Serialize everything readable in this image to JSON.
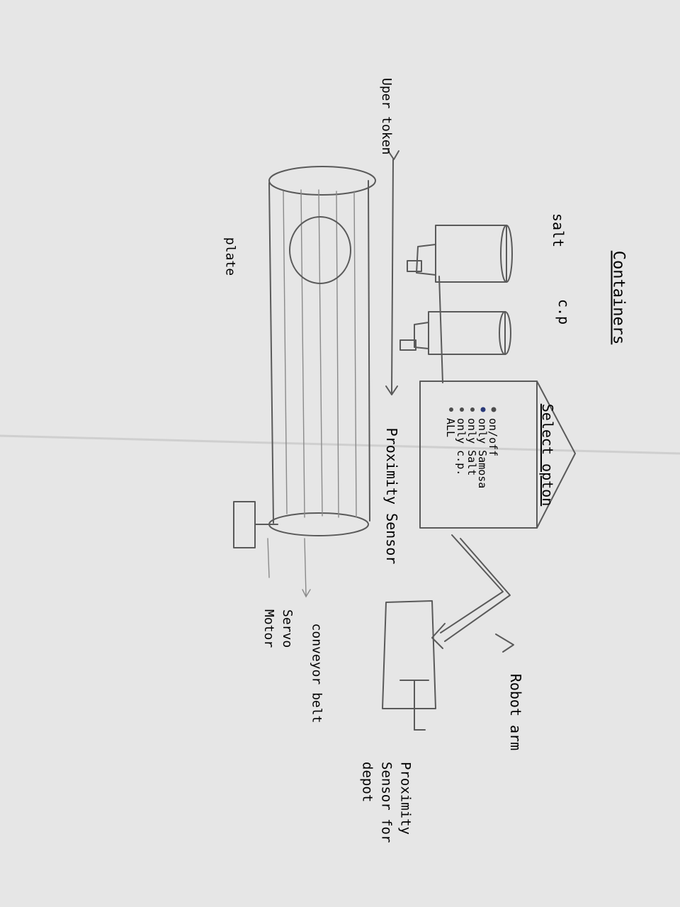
{
  "labels": {
    "containers": "Containers",
    "salt": "salt",
    "cp": "c.p",
    "proximity_sensor_top": "Proximity Sensor",
    "uper_token": "Uper token",
    "plate": "plate",
    "select_option_title": "Select opton",
    "robot_arm": "Robot arm",
    "proximity_sensor_depot": "Proximity Sensor for depot",
    "conveyor_belt": "conveyor belt",
    "servo_motor": "Servo Motor"
  },
  "menu_options": [
    "on/off",
    "only Samosa",
    "only Salt",
    "only c.p.",
    "ALL"
  ],
  "selected_option_index": 1,
  "colors": {
    "paper": "#e6e6e6",
    "pencil": "#5a5a5a",
    "selected_dot": "#2a3a7a"
  }
}
